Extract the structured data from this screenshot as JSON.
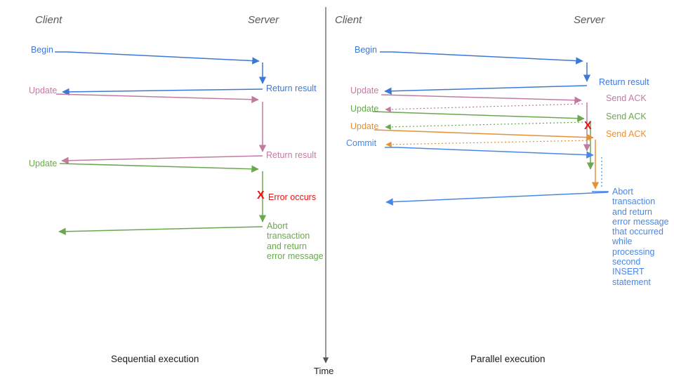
{
  "left": {
    "client_header": "Client",
    "server_header": "Server",
    "title": "Sequential execution",
    "labels": {
      "begin": "Begin",
      "begin_return": "Return result",
      "update1": "Update",
      "update1_return": "Return result",
      "update2": "Update",
      "error_mark": "X",
      "error": "Error occurs",
      "abort": "Abort\ntransaction\nand return\nerror message"
    }
  },
  "right": {
    "client_header": "Client",
    "server_header": "Server",
    "title": "Parallel execution",
    "labels": {
      "begin": "Begin",
      "begin_return": "Return result",
      "update1": "Update",
      "ack1": "Send ACK",
      "update2": "Update",
      "ack2": "Send ACK",
      "update3": "Update",
      "ack3": "Send ACK",
      "commit": "Commit",
      "error_mark": "X",
      "abort": "Abort\ntransaction\nand return\nerror message\nthat occurred\nwhile\nprocessing\nsecond\nINSERT\nstatement"
    }
  },
  "time_axis": {
    "label": "Time"
  },
  "colors": {
    "blue": "#3c78d8",
    "light_blue": "#4a86e8",
    "pink": "#c27ba0",
    "green": "#6aa84f",
    "orange": "#e69138",
    "red": "#e81313",
    "header_gray": "#595959",
    "time_axis": "#555555"
  }
}
